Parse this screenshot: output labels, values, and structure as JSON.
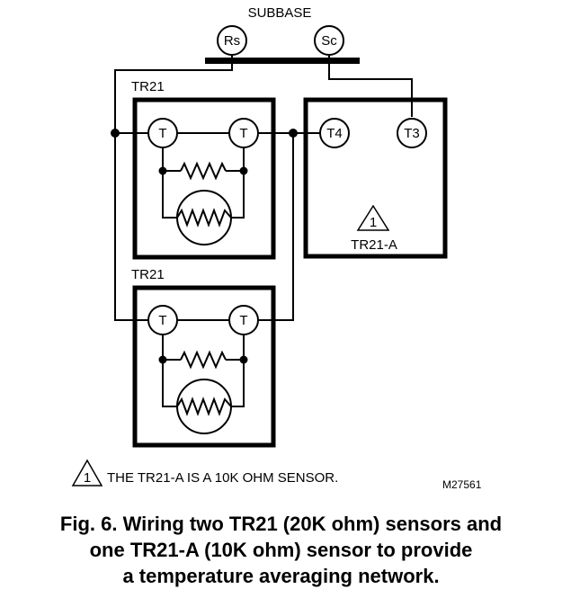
{
  "subbase": {
    "label": "SUBBASE",
    "terminals": [
      "Rs",
      "Sc"
    ]
  },
  "sensor_top": {
    "label": "TR21",
    "terminals": [
      "T",
      "T"
    ]
  },
  "sensor_bottom": {
    "label": "TR21",
    "terminals": [
      "T",
      "T"
    ]
  },
  "sensor_a": {
    "label": "TR21-A",
    "terminals": [
      "T4",
      "T3"
    ],
    "note_marker": "1"
  },
  "note": {
    "marker": "1",
    "text": "THE TR21-A IS A 10K OHM SENSOR."
  },
  "figure_code": "M27561",
  "caption": {
    "line1": "Fig. 6. Wiring two TR21 (20K ohm) sensors and",
    "line2": "one TR21-A (10K ohm) sensor to provide",
    "line3": "a temperature averaging network."
  }
}
